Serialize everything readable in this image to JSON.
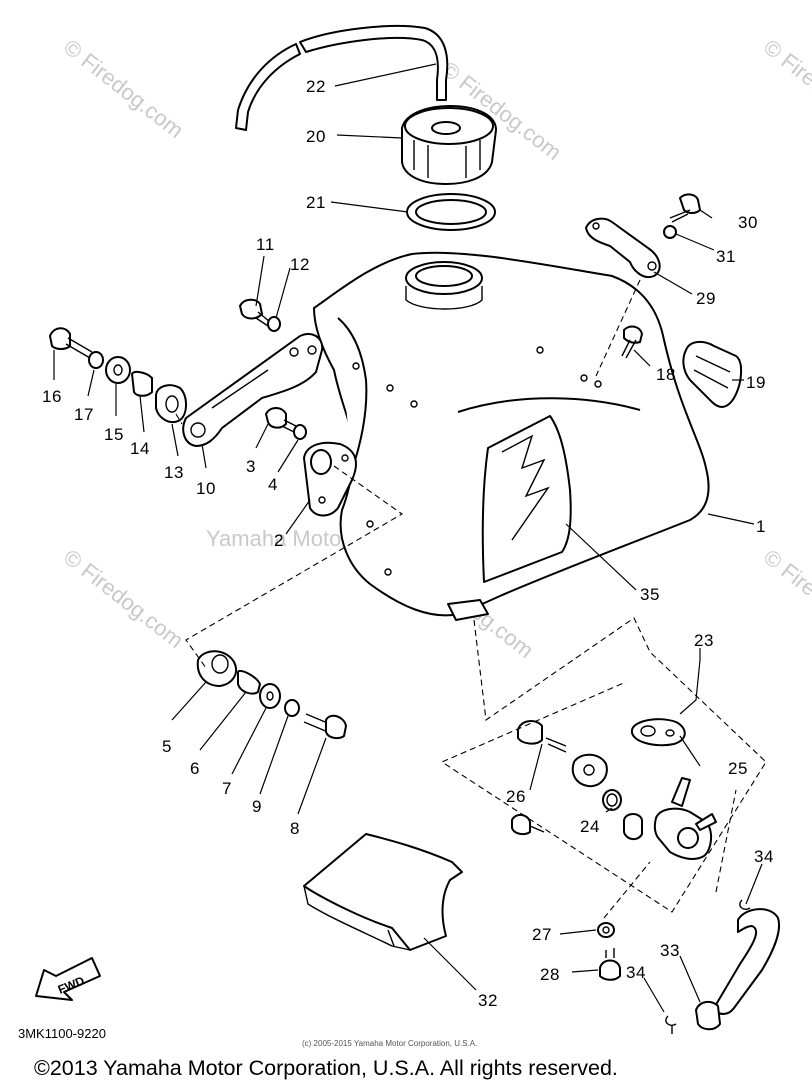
{
  "watermarks": {
    "firedog": "© Firedog.com",
    "yamaha": "Yamaha Motor Corporation, U.S.A."
  },
  "part_labels": {
    "p1": "1",
    "p2": "2",
    "p3": "3",
    "p4": "4",
    "p5": "5",
    "p6": "6",
    "p7": "7",
    "p8": "8",
    "p9": "9",
    "p10": "10",
    "p11": "11",
    "p12": "12",
    "p13": "13",
    "p14": "14",
    "p15": "15",
    "p16": "16",
    "p17": "17",
    "p18": "18",
    "p19": "19",
    "p20": "20",
    "p21": "21",
    "p22": "22",
    "p23": "23",
    "p24": "24",
    "p25": "25",
    "p26": "26",
    "p27": "27",
    "p28": "28",
    "p29": "29",
    "p30": "30",
    "p31": "31",
    "p32": "32",
    "p33": "33",
    "p34a": "34",
    "p34b": "34",
    "p35": "35"
  },
  "fwd_label": "FWD",
  "diagram_code": "3MK1100-9220",
  "small_copyright": "(c) 2005-2015 Yamaha Motor Corporation, U.S.A.",
  "footer_copyright": "©2013 Yamaha Motor Corporation, U.S.A. All rights reserved."
}
